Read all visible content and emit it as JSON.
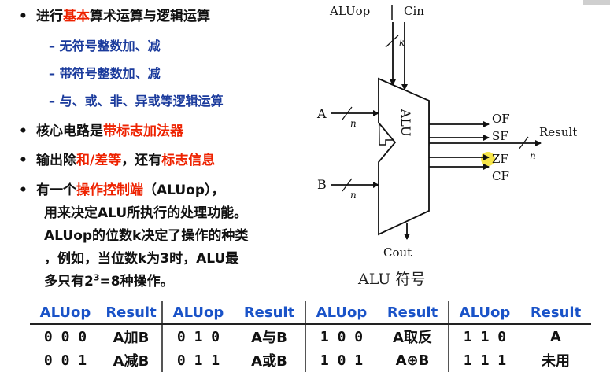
{
  "bullets": {
    "b1": {
      "pre": "进行",
      "em": "基本",
      "post": "算术运算与逻辑运算"
    },
    "sub": [
      "– 无符号整数加、减",
      "– 带符号整数加、减",
      "– 与、或、非、异或等逻辑运算"
    ],
    "b2": {
      "pre": "核心电路是",
      "em": "带标志加法器",
      "post": ""
    },
    "b3": {
      "pre": "输出除",
      "em1": "和/差等",
      "mid": "，还有",
      "em2": "标志信息"
    },
    "b4": {
      "pre": "有一个",
      "em": "操作控制端",
      "post": "（ALUop），",
      "l2": "用来决定ALU所执行的处理功能。",
      "l3": "ALUop的位数k决定了操作的种类",
      "l4": "，例如，当位数k为3时，ALU最",
      "l5a": "多只有2",
      "l5sup": "3",
      "l5b": "=8种操作。"
    }
  },
  "diagram": {
    "aluop": "ALUop",
    "cin": "Cin",
    "k": "k",
    "a": "A",
    "b": "B",
    "n": "n",
    "alu": "ALU",
    "of": "OF",
    "sf": "SF",
    "zf": "ZF",
    "cf": "CF",
    "result": "Result",
    "cout": "Cout",
    "caption": "ALU 符号"
  },
  "table": {
    "headers": [
      "ALUop",
      "Result",
      "ALUop",
      "Result",
      "ALUop",
      "Result",
      "ALUop",
      "Result"
    ],
    "rows": [
      [
        "0 0 0",
        "A加B",
        "0 1 0",
        "A与B",
        "1 0 0",
        "A取反",
        "1 1 0",
        "A"
      ],
      [
        "0 0 1",
        "A减B",
        "0 1 1",
        "A或B",
        "1 0 1",
        "A⊕B",
        "1 1 1",
        "未用"
      ]
    ]
  }
}
